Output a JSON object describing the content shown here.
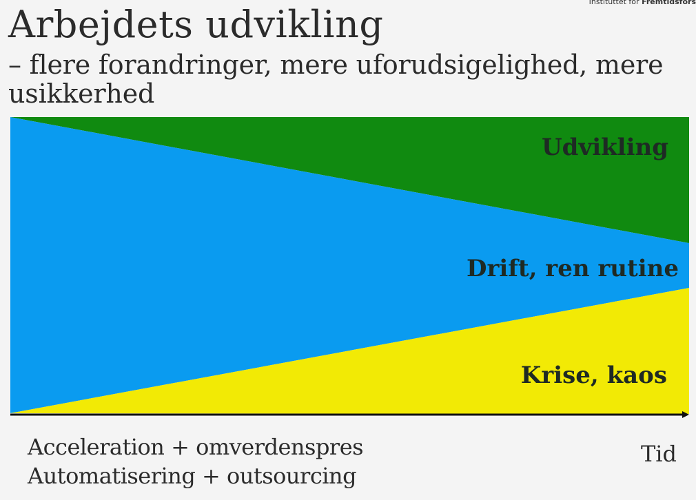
{
  "header": {
    "org_prefix": "Instituttet for ",
    "org_bold": "Fremtidsfors",
    "title": "Arbejdets udvikling",
    "subtitle": "– flere forandringer, mere uforudsigelighed, mere usikkerhed"
  },
  "diagram": {
    "bands": [
      {
        "id": "udvikling",
        "label": "Udvikling",
        "color": "#108a10"
      },
      {
        "id": "drift",
        "label": "Drift, ren rutine",
        "color": "#0a9bf0"
      },
      {
        "id": "krise",
        "label": "Krise, kaos",
        "color": "#f2ea05"
      }
    ],
    "axis_color": "#111111"
  },
  "footer": {
    "drivers": [
      "Acceleration + omverdenspres",
      "Automatisering + outsourcing"
    ],
    "time_label": "Tid"
  }
}
